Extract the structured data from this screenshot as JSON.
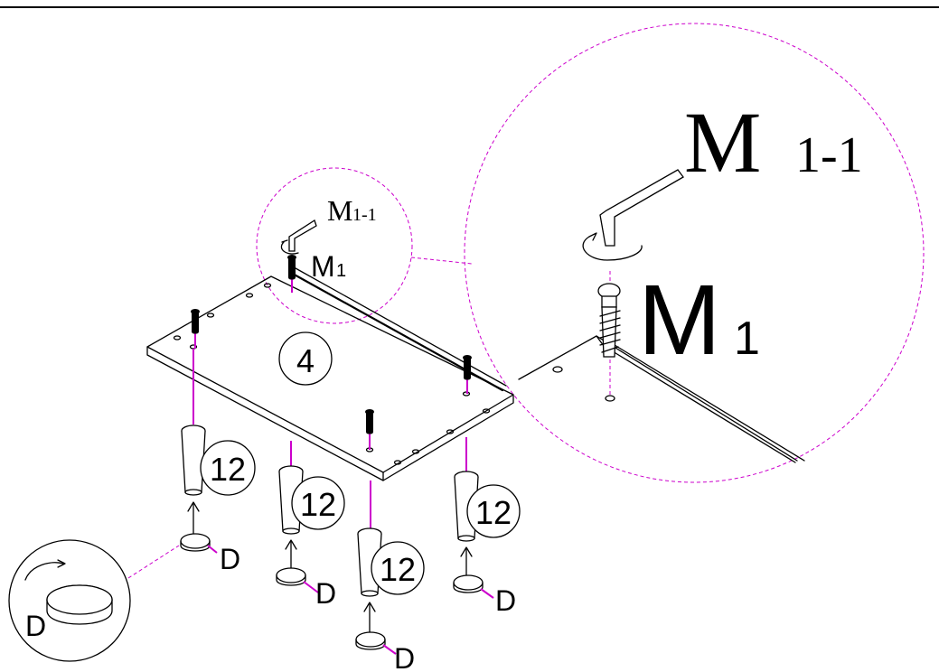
{
  "part_board": "4",
  "part_leg": "12",
  "label_bolt": "M",
  "label_bolt_sub": "1",
  "label_key": "M",
  "label_key_sub": "1-1",
  "label_foot": "D",
  "colors": {
    "line": "#000000",
    "guide": "#cc00cc",
    "background": "#ffffff"
  }
}
